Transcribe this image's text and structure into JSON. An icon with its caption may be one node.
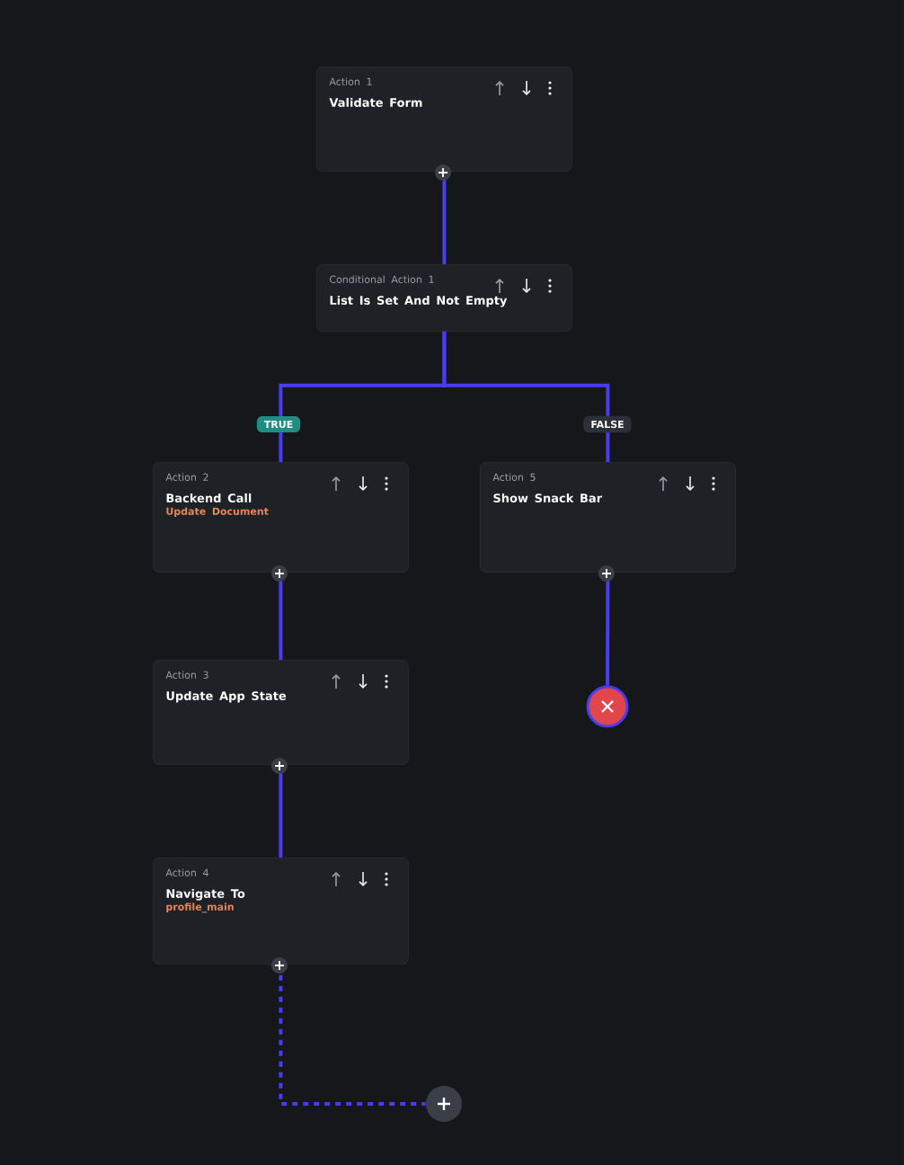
{
  "diagram": {
    "nodes": [
      {
        "text": [
          "Action 1",
          "Validate Form"
        ]
      },
      {
        "text": [
          "Conditional Action 1",
          "List Is Set And Not Empty"
        ]
      },
      {
        "text": [
          "Action 2",
          "Backend Call",
          "Update Document"
        ]
      },
      {
        "text": [
          "Action 5",
          "Show Snack Bar"
        ]
      },
      {
        "text": [
          "Action 3",
          "Update App State"
        ]
      },
      {
        "text": [
          "Action 4",
          "Navigate To",
          "profile_main"
        ]
      },
      {
        "text": [],
        "shape": "circle"
      },
      {
        "text": [],
        "shape": "circle"
      }
    ],
    "edges": [
      {
        "from": 0,
        "to": 1,
        "arrow": "none"
      },
      {
        "from": 1,
        "to": 2,
        "arrow": "none",
        "label": "TRUE"
      },
      {
        "from": 1,
        "to": 3,
        "arrow": "none",
        "label": "FALSE"
      },
      {
        "from": 3,
        "to": 6,
        "arrow": "none"
      },
      {
        "from": 2,
        "to": 4,
        "arrow": "none"
      },
      {
        "from": 4,
        "to": 5,
        "arrow": "none"
      },
      {
        "from": 5,
        "to": 7,
        "arrow": "none",
        "style": "dashed"
      }
    ]
  }
}
